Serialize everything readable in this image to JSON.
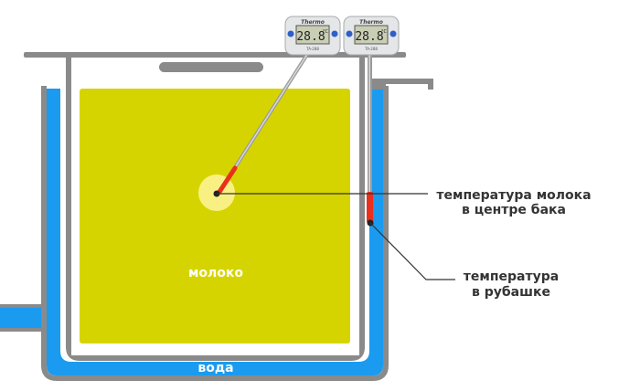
{
  "labels": {
    "milk": "молоко",
    "water": "вода",
    "center_temp_line1": "температура молока",
    "center_temp_line2": "в центре бака",
    "jacket_temp_line1": "температура",
    "jacket_temp_line2": "в рубашке"
  },
  "thermometers": [
    {
      "brand": "Thermo",
      "reading": "28.8",
      "unit": "°C",
      "model": "TA-288"
    },
    {
      "brand": "Thermo",
      "reading": "28.8",
      "unit": "°C",
      "model": "TA-288"
    }
  ],
  "colors": {
    "milk": "#d6d400",
    "water": "#1a9bef",
    "tank_wall": "#8a8a8a",
    "probe_tip": "#e8301c",
    "leader_line": "#333333",
    "label_text": "#333333"
  }
}
